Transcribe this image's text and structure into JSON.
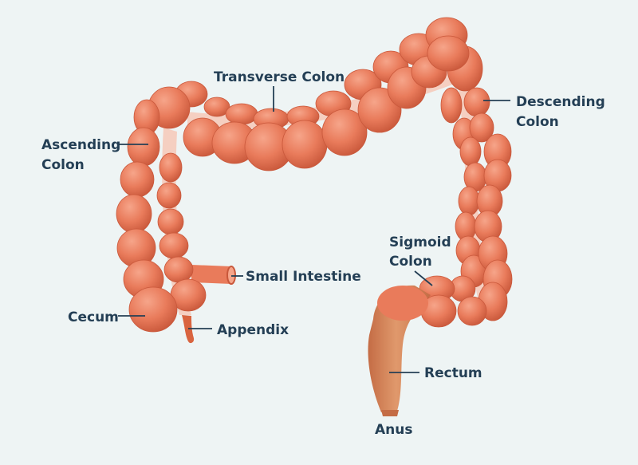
{
  "diagram": {
    "background": "#eef4f4",
    "colors": {
      "tissue": "#e97b5b",
      "tissue_dark": "#c9583b",
      "tissue_light": "#f6a58a",
      "mesentery": "#f5cfc1",
      "rectum": "#d88659",
      "label_text": "#243f55"
    },
    "labels": {
      "transverse_colon": "Transverse Colon",
      "ascending_colon_line1": "Ascending",
      "ascending_colon_line2": "Colon",
      "descending_colon_line1": "Descending",
      "descending_colon_line2": "Colon",
      "small_intestine": "Small Intestine",
      "sigmoid_colon_line1": "Sigmoid",
      "sigmoid_colon_line2": "Colon",
      "cecum": "Cecum",
      "appendix": "Appendix",
      "rectum": "Rectum",
      "anus": "Anus"
    }
  }
}
